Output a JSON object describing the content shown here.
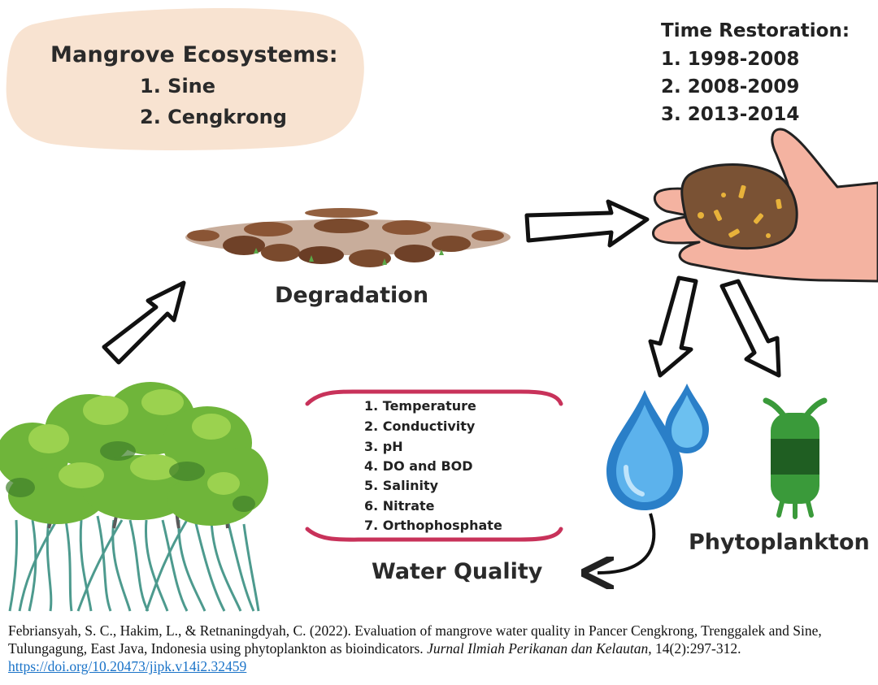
{
  "ecosystems": {
    "title": "Mangrove Ecosystems:",
    "items": [
      "1. Sine",
      "2. Cengkrong"
    ]
  },
  "time_restoration": {
    "title": "Time Restoration:",
    "items": [
      "1. 1998-2008",
      "2. 2008-2009",
      "3. 2013-2014"
    ]
  },
  "degradation_label": "Degradation",
  "water_quality": {
    "label": "Water Quality",
    "items": [
      "1. Temperature",
      "2. Conductivity",
      "3. pH",
      "4. DO and BOD",
      "5. Salinity",
      "6. Nitrate",
      "7. Orthophosphate"
    ]
  },
  "phytoplankton_label": "Phytoplankton",
  "citation": {
    "authors": "Febriansyah, S. C., Hakim, L., & Retnaningdyah, C. (2022). Evaluation of mangrove water quality in Pancer Cengkrong, Trenggalek and Sine, Tulungagung, East Java, Indonesia using phytoplankton as bioindicators.",
    "journal": "Jurnal Ilmiah Perikanan dan Kelautan",
    "volume": ", 14(2):297-312.",
    "doi": "https://doi.org/10.20473/jipk.v14i2.32459"
  },
  "colors": {
    "cloud": "#f8e3d1",
    "soil": "#7a4a2d",
    "skin": "#f4b3a1",
    "water": "#3f9fe0",
    "plankton": "#3a9a3a",
    "wq_border": "#c8325a",
    "mangrove_leaf": "#7cc142",
    "mangrove_root": "#4d9a8e"
  }
}
